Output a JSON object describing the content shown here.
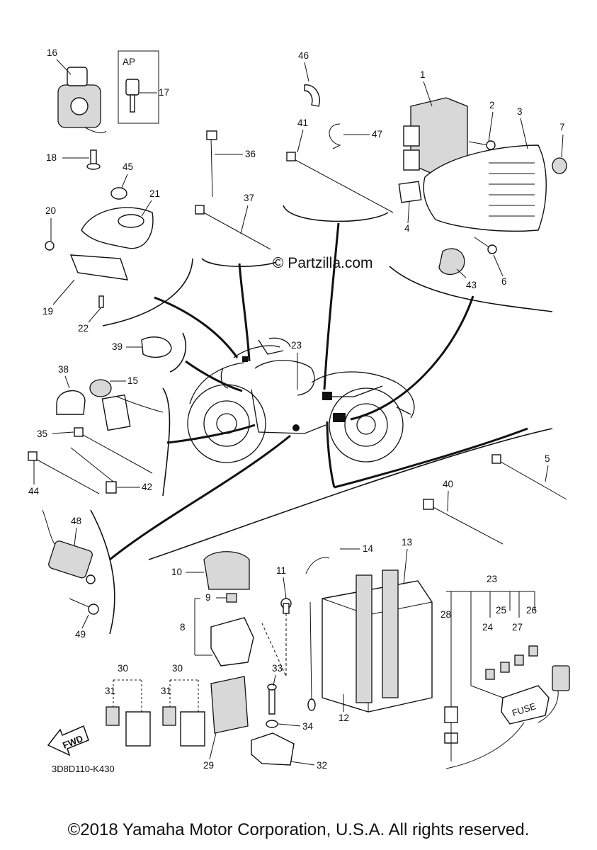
{
  "watermark": "© Partzilla.com",
  "drawing_code": "3D8D110-K430",
  "fwd_label": "FWD",
  "ap_label": "AP",
  "copyright": "©2018 Yamaha Motor Corporation, U.S.A. All rights reserved.",
  "fuse_label": "FUSE",
  "callouts": {
    "c1": "1",
    "c2": "2",
    "c3": "3",
    "c4": "4",
    "c5": "5",
    "c6": "6",
    "c7": "7",
    "c8": "8",
    "c9": "9",
    "c10": "10",
    "c11": "11",
    "c12": "12",
    "c13": "13",
    "c14": "14",
    "c15": "15",
    "c16": "16",
    "c17": "17",
    "c18": "18",
    "c19": "19",
    "c20": "20",
    "c21": "21",
    "c22": "22",
    "c23a": "23",
    "c23b": "23",
    "c24": "24",
    "c25": "25",
    "c26": "26",
    "c27": "27",
    "c28": "28",
    "c29": "29",
    "c30a": "30",
    "c30b": "30",
    "c31a": "31",
    "c31b": "31",
    "c32": "32",
    "c33": "33",
    "c34": "34",
    "c35": "35",
    "c36": "36",
    "c37": "37",
    "c38": "38",
    "c39": "39",
    "c40": "40",
    "c41": "41",
    "c42": "42",
    "c43": "43",
    "c44": "44",
    "c45": "45",
    "c46": "46",
    "c47": "47",
    "c48": "48",
    "c49": "49"
  }
}
